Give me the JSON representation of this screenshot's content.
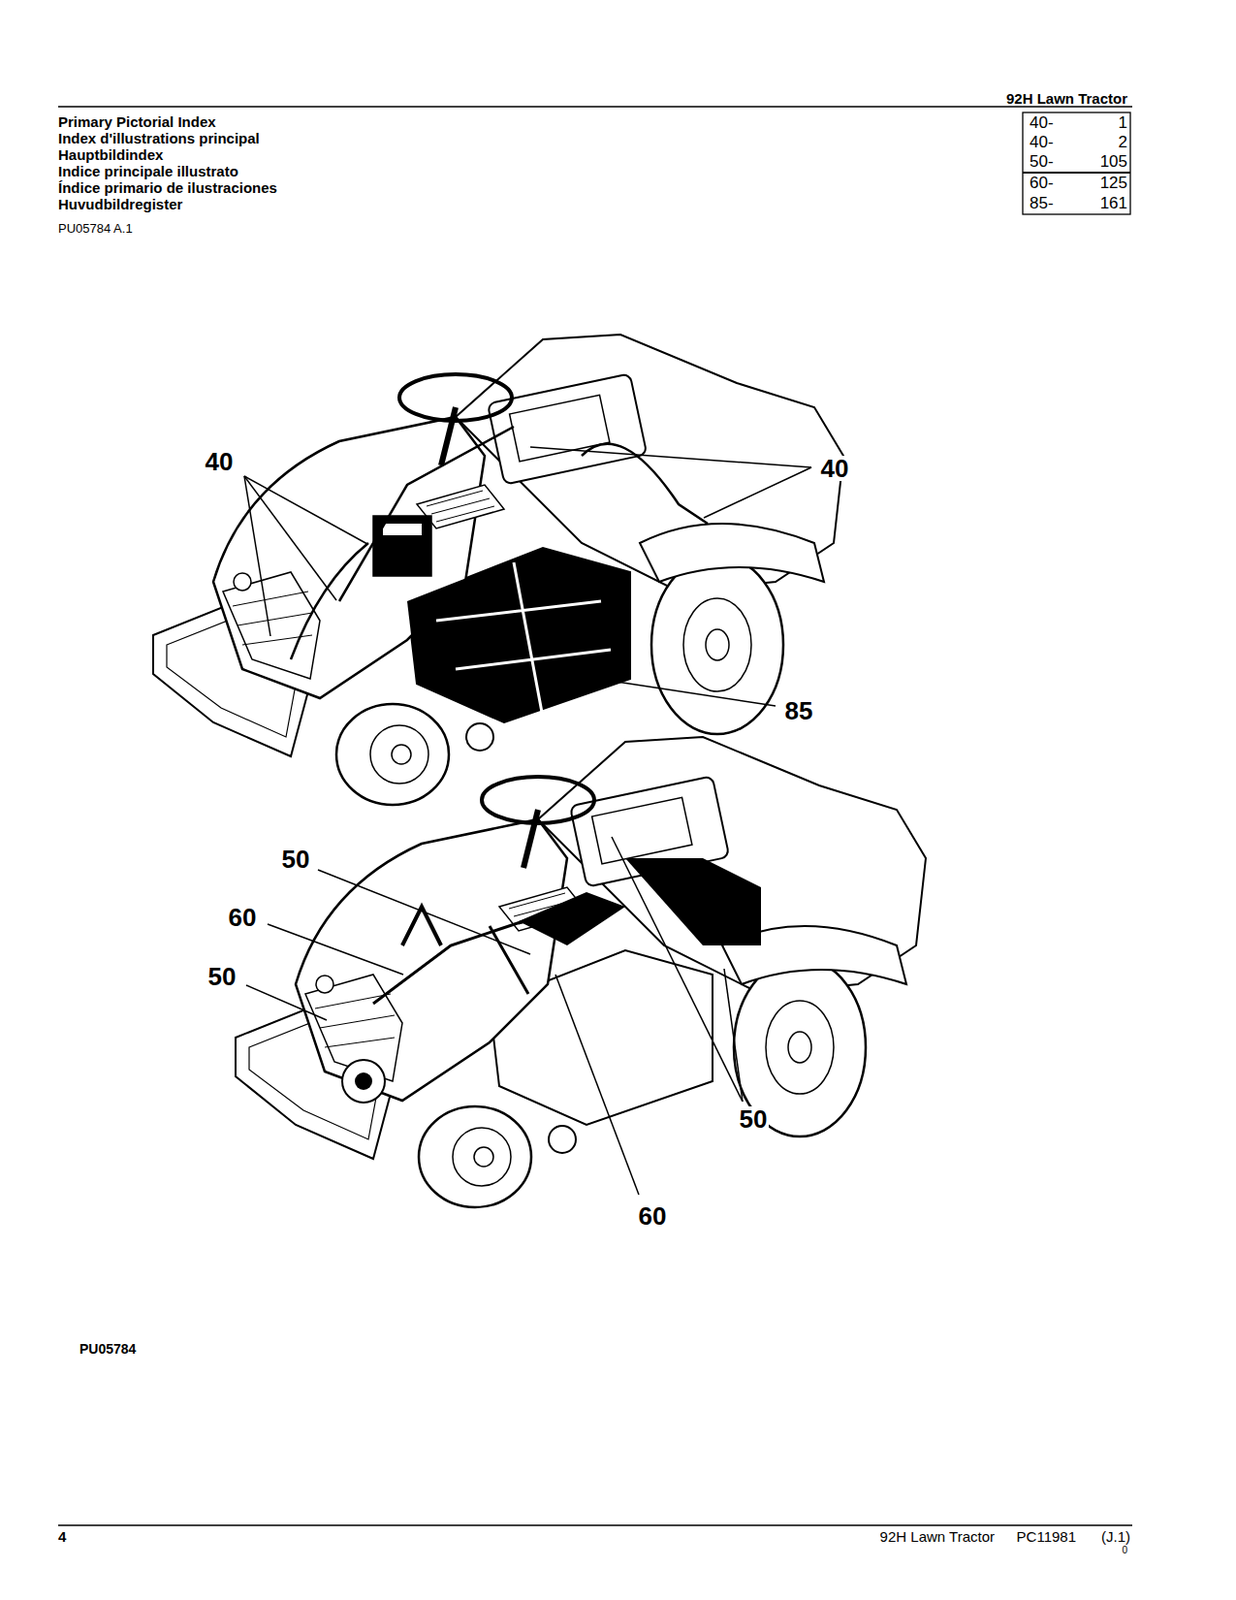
{
  "diagram": {
    "labels": [
      "92H Lawn Tractor",
      "Primary Pictorial Index",
      "Index d'illustrations principal",
      "Hauptbildindex",
      "Indice principale illustrato",
      "Índice primario de ilustraciones",
      "Huvudbildregister",
      "PU05784 A.1",
      "40-",
      "1",
      "40-",
      "2",
      "50-",
      "105",
      "60-",
      "125",
      "85-",
      "161",
      "40",
      "40",
      "85",
      "50",
      "60",
      "50",
      "50",
      "60",
      "PU05784",
      "4",
      "92H Lawn Tractor",
      "PC11981",
      "(J.1)",
      "0"
    ]
  }
}
